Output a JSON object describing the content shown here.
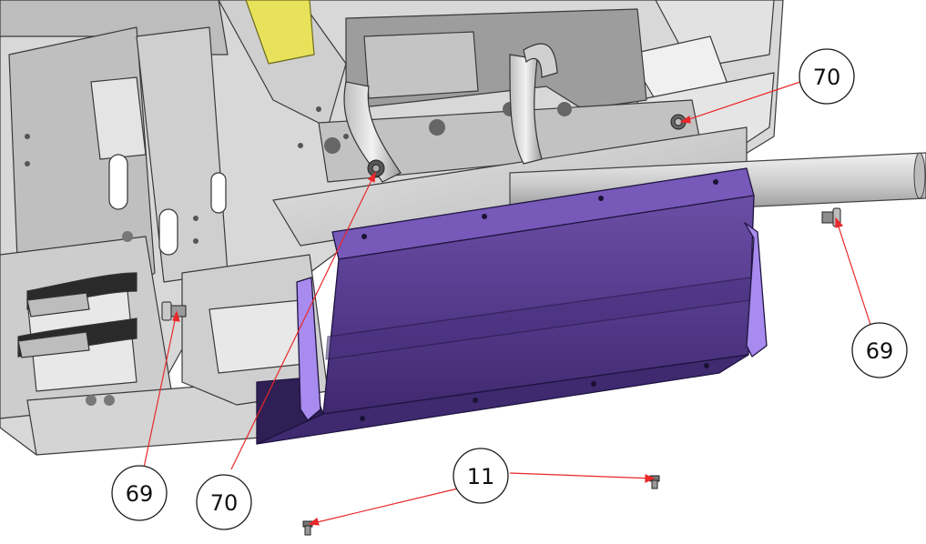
{
  "diagram": {
    "callouts": [
      {
        "id": "c70_top_right",
        "label": "70"
      },
      {
        "id": "c69_right",
        "label": "69"
      },
      {
        "id": "c69_left",
        "label": "69"
      },
      {
        "id": "c70_bottom",
        "label": "70"
      },
      {
        "id": "c11_bottom",
        "label": "11"
      }
    ],
    "colors": {
      "panel_purple": "#5a3e91",
      "panel_purple_dark": "#3d2a6e",
      "panel_purple_light": "#7f63bd",
      "bracket_lavender": "#9c80e0",
      "frame_gray": "#c9c9c9",
      "frame_dark": "#8f8f8f",
      "leader_red": "#e8282a",
      "yellow_part": "#e7e25a"
    }
  }
}
